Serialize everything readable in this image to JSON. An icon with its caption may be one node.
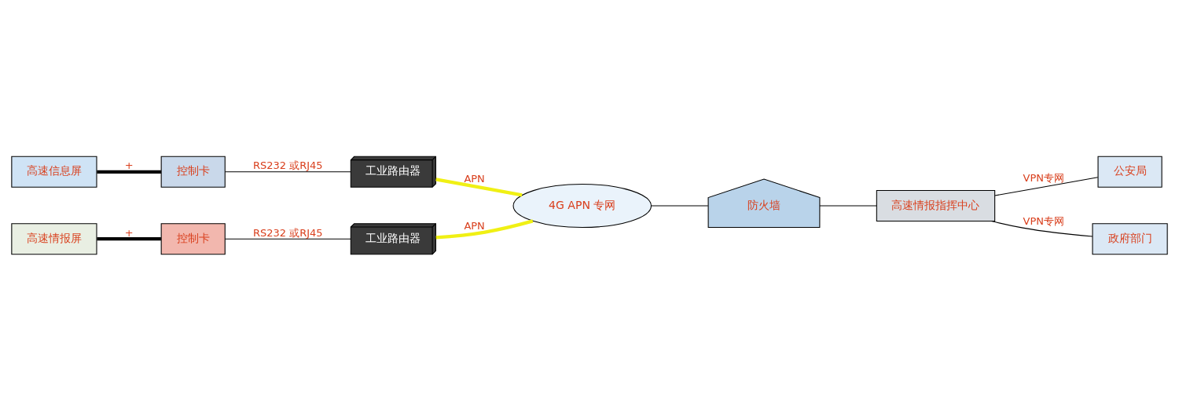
{
  "diagram": {
    "nodes": [
      {
        "text": [
          "高速信息屏"
        ]
      },
      {
        "text": [
          "控制卡"
        ]
      },
      {
        "text": [
          "工业路由器"
        ]
      },
      {
        "text": [
          "高速情报屏"
        ]
      },
      {
        "text": [
          "控制卡"
        ]
      },
      {
        "text": [
          "工业路由器"
        ]
      },
      {
        "text": [
          "4G APN 专网"
        ]
      },
      {
        "text": [
          "防火墙"
        ]
      },
      {
        "text": [
          "高速情报指挥中心"
        ]
      },
      {
        "text": [
          "公安局"
        ]
      },
      {
        "text": [
          "政府部门"
        ]
      }
    ],
    "edges": [
      {
        "from": 0,
        "to": 1,
        "arrow": "none",
        "label": "+",
        "style": "thick"
      },
      {
        "from": 1,
        "to": 2,
        "arrow": "none",
        "label": "RS232 或RJ45"
      },
      {
        "from": 3,
        "to": 4,
        "arrow": "none",
        "label": "+",
        "style": "thick"
      },
      {
        "from": 4,
        "to": 5,
        "arrow": "none",
        "label": "RS232 或RJ45"
      },
      {
        "from": 2,
        "to": 6,
        "arrow": "none",
        "label": "APN",
        "style": "thick",
        "color": "#f0f014"
      },
      {
        "from": 5,
        "to": 6,
        "arrow": "none",
        "label": "APN",
        "style": "thick",
        "color": "#f0f014"
      },
      {
        "from": 6,
        "to": 7,
        "arrow": "none"
      },
      {
        "from": 7,
        "to": 8,
        "arrow": "none"
      },
      {
        "from": 8,
        "to": 9,
        "arrow": "none",
        "label": "VPN专网"
      },
      {
        "from": 8,
        "to": 10,
        "arrow": "none",
        "label": "VPN专网"
      }
    ]
  }
}
